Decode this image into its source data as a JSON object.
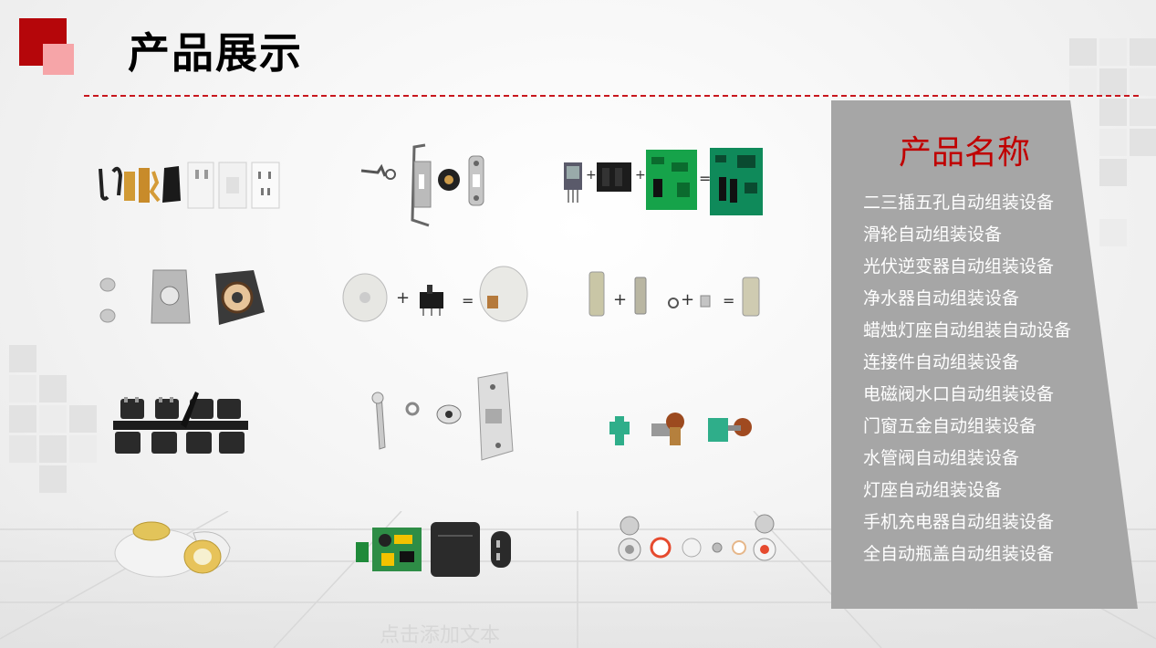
{
  "header": {
    "title": "产品展示"
  },
  "panel": {
    "title": "产品名称",
    "items": [
      "二三插五孔自动组装设备",
      "滑轮自动组装设备",
      "光伏逆变器自动组装设备",
      "净水器自动组装设备",
      "蜡烛灯座自动组装自动设备",
      "连接件自动组装设备",
      "电磁阀水口自动组装设备",
      "门窗五金自动组装设备",
      "水管阀自动组装设备",
      "灯座自动组装设备",
      "手机充电器自动组装设备",
      "全自动瓶盖自动组装设备"
    ]
  },
  "products": {
    "pcb_assembly": {
      "plus1": "+",
      "plus2": "+",
      "equals": "="
    },
    "switch_knob": {
      "plus": "+",
      "equals": "="
    },
    "connector": {
      "plus1": "+",
      "plus2": "+",
      "equals": "="
    }
  },
  "footer": {
    "placeholder": "点击添加文本"
  },
  "colors": {
    "accent": "#b5060a",
    "accent_light": "#f6a5a8",
    "panel": "#a6a6a6",
    "panel_title": "#c00000"
  }
}
